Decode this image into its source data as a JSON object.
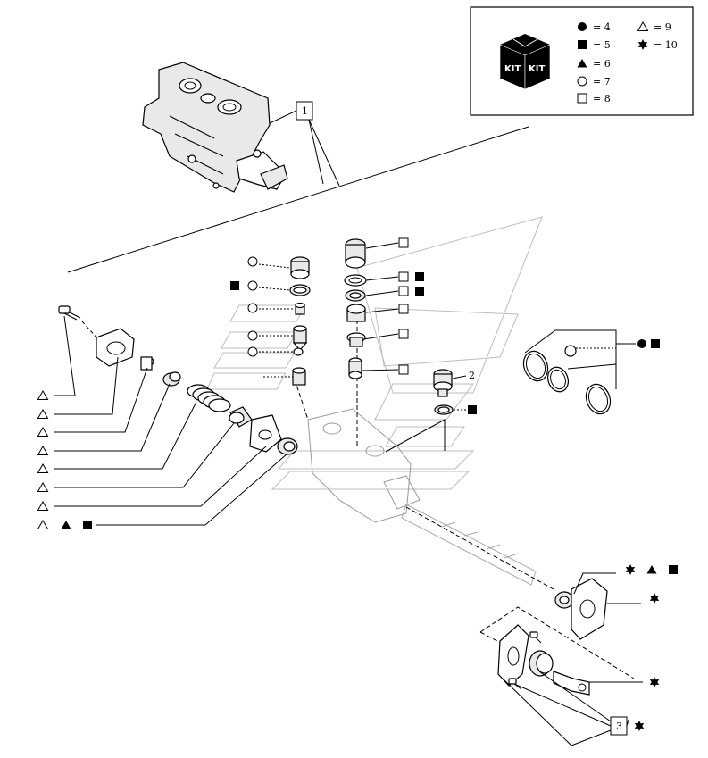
{
  "legend": {
    "items": [
      {
        "symbol": "filled-circle",
        "text": "= 4"
      },
      {
        "symbol": "filled-square",
        "text": "= 5"
      },
      {
        "symbol": "filled-triangle",
        "text": "= 6"
      },
      {
        "symbol": "open-circle",
        "text": "= 7"
      },
      {
        "symbol": "open-square",
        "text": "= 8"
      },
      {
        "symbol": "open-triangle",
        "text": "= 9"
      },
      {
        "symbol": "star",
        "text": "= 10"
      }
    ],
    "kit_label": "KIT"
  },
  "callouts": {
    "ref_1": "1",
    "ref_2": "2",
    "ref_3": "3"
  }
}
